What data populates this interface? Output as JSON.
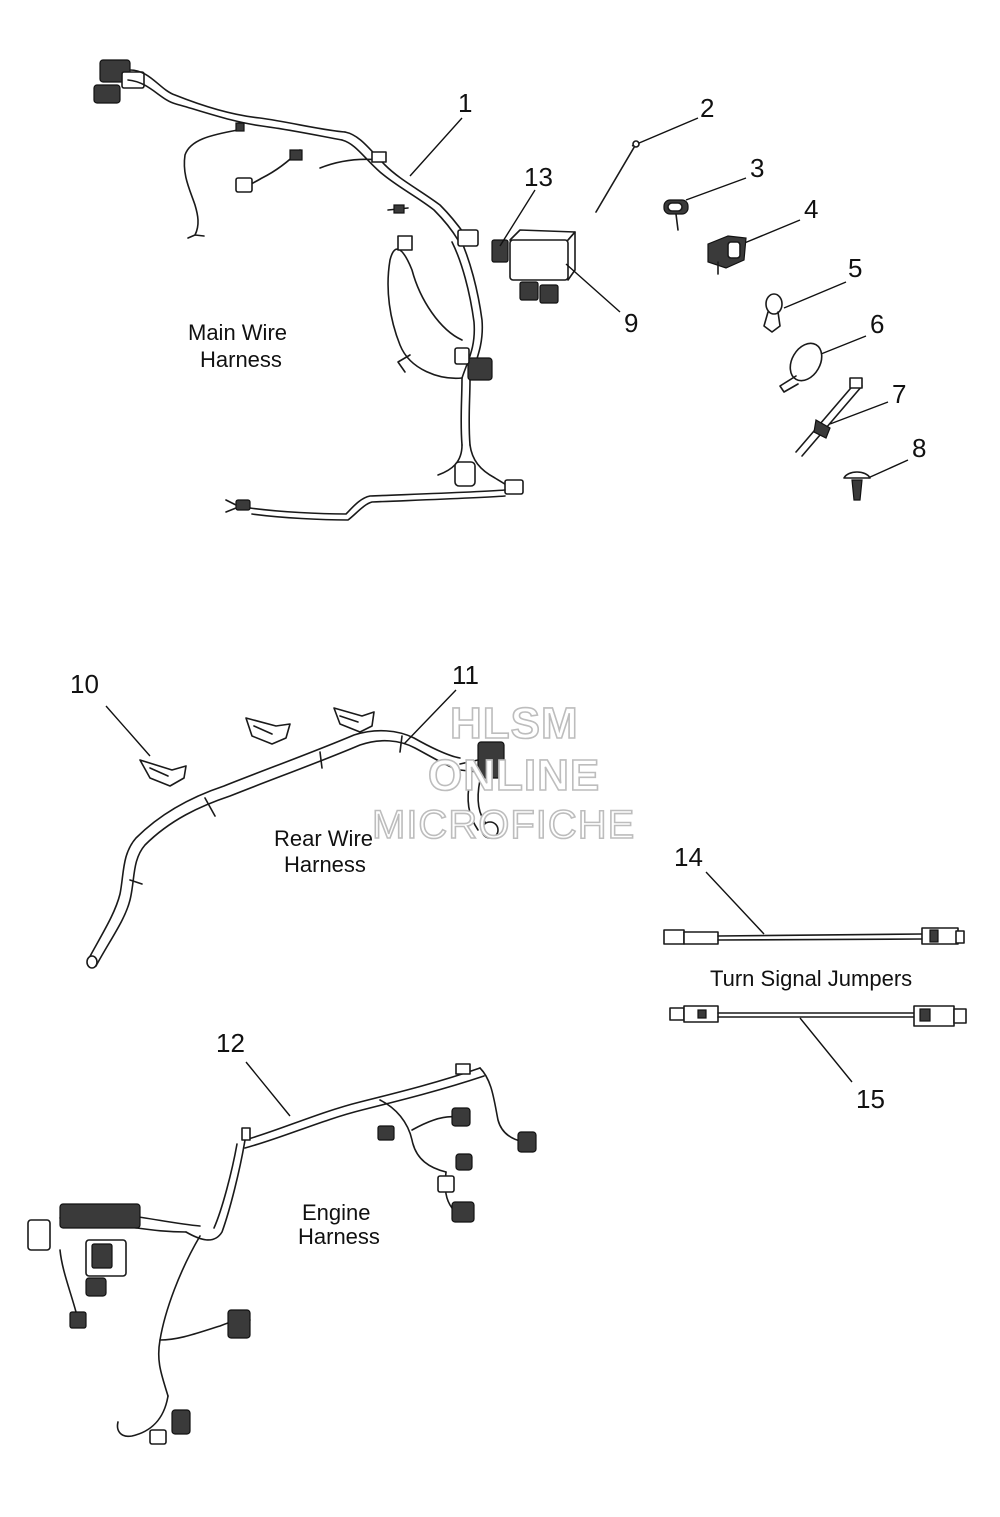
{
  "callouts": {
    "c1": "1",
    "c2": "2",
    "c3": "3",
    "c4": "4",
    "c5": "5",
    "c6": "6",
    "c7": "7",
    "c8": "8",
    "c9": "9",
    "c10": "10",
    "c11": "11",
    "c12": "12",
    "c13": "13",
    "c14": "14",
    "c15": "15"
  },
  "labels": {
    "main_harness_line1": "Main Wire",
    "main_harness_line2": "Harness",
    "rear_harness_line1": "Rear Wire",
    "rear_harness_line2": "Harness",
    "turn_signal": "Turn Signal Jumpers",
    "engine_harness_line1": "Engine",
    "engine_harness_line2": "Harness"
  },
  "watermark": {
    "line1": "HLSM",
    "line2": "ONLINE",
    "line3": "MICROFICHE"
  }
}
